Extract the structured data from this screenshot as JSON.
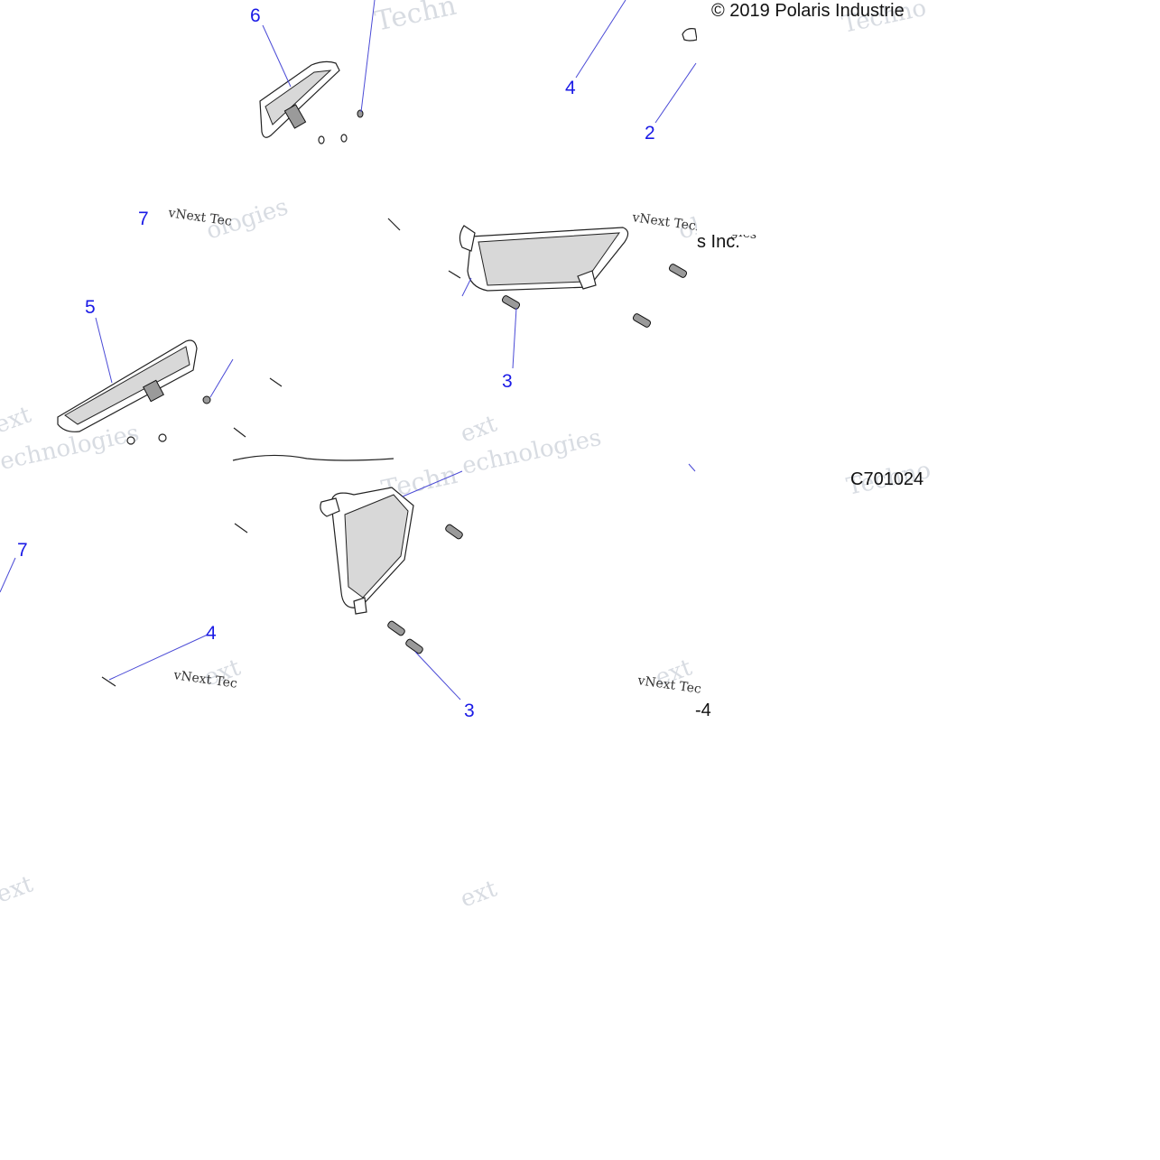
{
  "copyright": "© 2019 Polaris Industrie",
  "copyright_tail": "s Inc.",
  "drawing_id": "C701024",
  "page_ref": "-4",
  "callouts": [
    {
      "id": "c-6",
      "text": "6"
    },
    {
      "id": "c-4a",
      "text": "4"
    },
    {
      "id": "c-2",
      "text": "2"
    },
    {
      "id": "c-7a",
      "text": "7"
    },
    {
      "id": "c-5",
      "text": "5"
    },
    {
      "id": "c-3a",
      "text": "3"
    },
    {
      "id": "c-7b",
      "text": "7"
    },
    {
      "id": "c-4b",
      "text": "4"
    },
    {
      "id": "c-3b",
      "text": "3"
    }
  ],
  "watermarks": {
    "vnext_label": "vNext Tec",
    "vnext_label_full": "vNext Technologies",
    "technologies": "Technologies",
    "fragment_1": "ext",
    "fragment_2": "echnologies",
    "fragment_3": "Techn",
    "fragment_4": "ologies",
    "fragment_5": "Techno",
    "fragment_6": "echno"
  }
}
